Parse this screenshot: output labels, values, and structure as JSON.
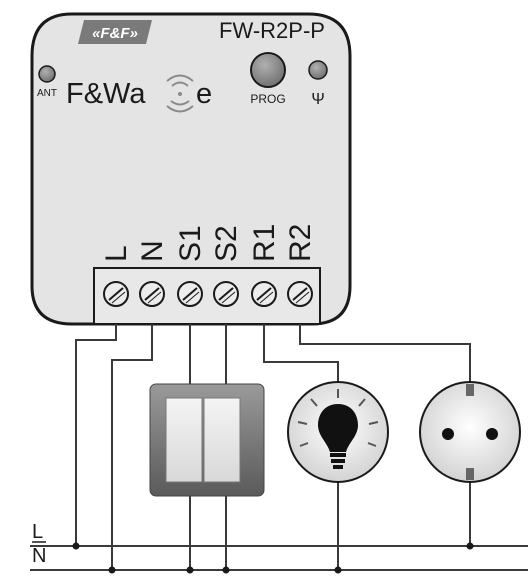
{
  "brand_badge": "«F&F»",
  "brand_name_prefix": "F&Wa",
  "brand_name_suffix": "e",
  "model": "FW-R2P-P",
  "ant_label": "ANT",
  "prog_label": "PROG",
  "antenna_symbol": "Ψ",
  "terminal_labels": [
    "L",
    "N",
    "S1",
    "S2",
    "R1",
    "R2"
  ],
  "bus_labels": [
    "L",
    "N"
  ],
  "colors": {
    "device_fill": "#e4e4e4",
    "outline": "#1a1a1a",
    "badge_fill": "#7a7a7a",
    "button_fill": "#8c8c8c",
    "lamp_fill": "#e8e8e8"
  },
  "icons": [
    "antenna-led-icon",
    "wifi-wave-icon",
    "prog-button-icon",
    "signal-led-icon",
    "screw-terminal-icon",
    "double-switch-icon",
    "light-bulb-icon",
    "power-socket-icon"
  ]
}
